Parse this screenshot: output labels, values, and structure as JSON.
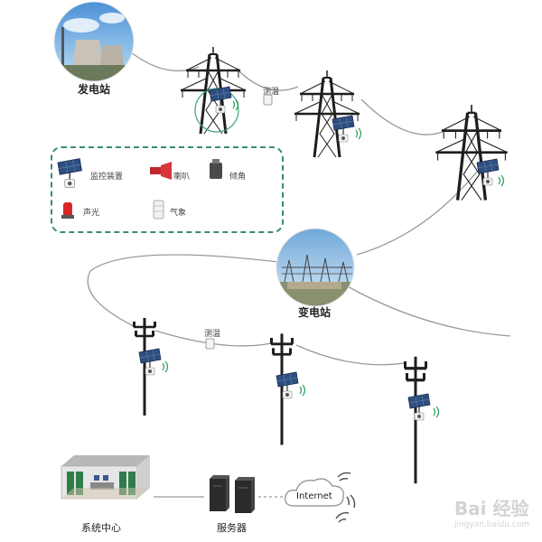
{
  "labels": {
    "power_plant": "发电站",
    "substation": "变电站",
    "temp_top": "测温",
    "temp_bottom": "测温",
    "system_center": "系统中心",
    "server": "服务器",
    "internet": "Internet"
  },
  "legend": {
    "monitor": "监控装置",
    "horn": "喇叭",
    "tilt": "倾角",
    "sound_light": "声光",
    "weather": "气象"
  },
  "watermark": {
    "brand": "Bai 经验",
    "url": "jingyan.baidu.com"
  },
  "colors": {
    "tower": "#1e1e1e",
    "line": "#9a9a9a",
    "legend_border": "#3a8a78",
    "horn_red": "#c0282b",
    "solar_blue": "#3a5a8c"
  }
}
